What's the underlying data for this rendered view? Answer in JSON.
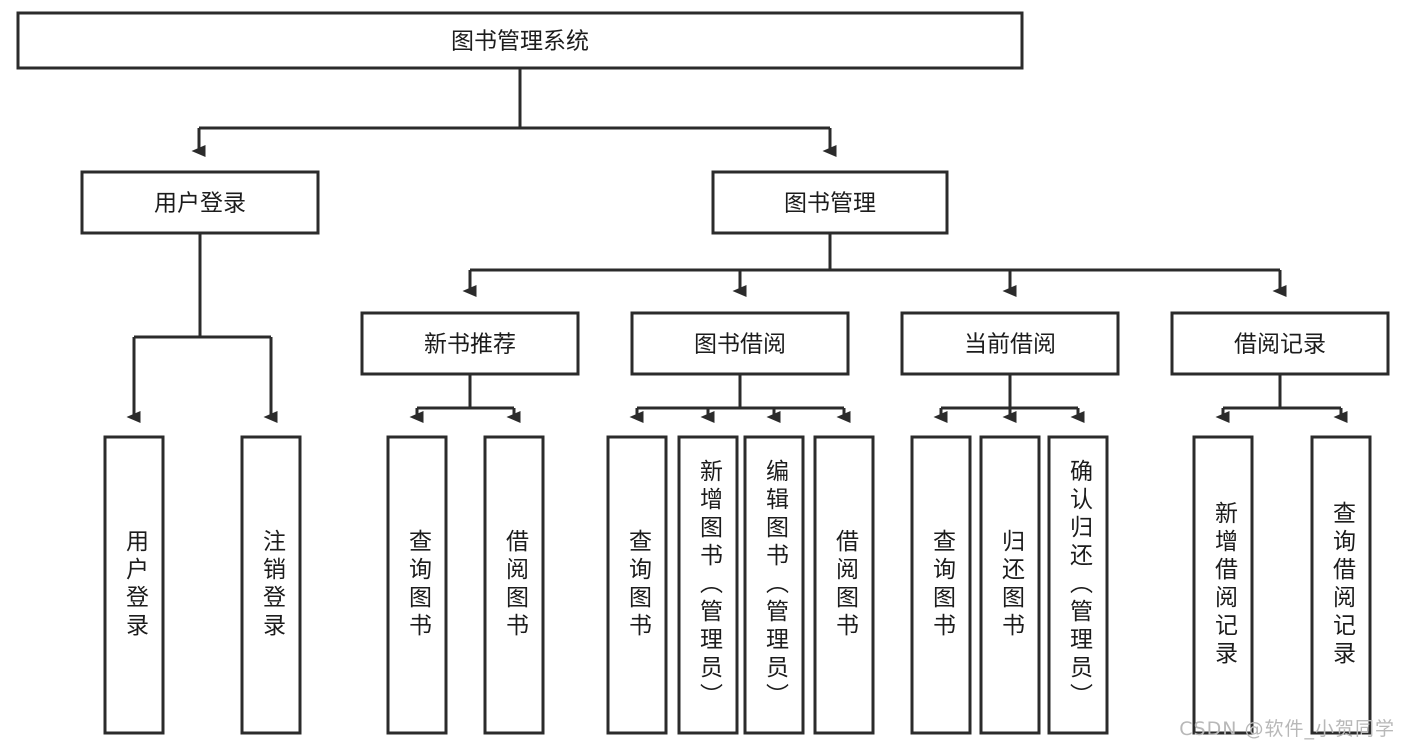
{
  "diagram": {
    "type": "tree",
    "title": "图书管理系统",
    "watermark": "CSDN @软件_小贺同学",
    "colors": {
      "stroke": "#2b2b2b",
      "fill": "#ffffff",
      "text": "#1c1c1c",
      "watermark": "#b8b8b8"
    },
    "root": {
      "label": "图书管理系统"
    },
    "level2": {
      "user_login": {
        "label": "用户登录"
      },
      "book_manage": {
        "label": "图书管理"
      }
    },
    "level3": {
      "new_book_rec": {
        "label": "新书推荐"
      },
      "book_borrow": {
        "label": "图书借阅"
      },
      "current_borrow": {
        "label": "当前借阅"
      },
      "borrow_record": {
        "label": "借阅记录"
      }
    },
    "leaves": {
      "user_login": [
        {
          "label": "用户登录"
        },
        {
          "label": "注销登录"
        }
      ],
      "new_book_rec": [
        {
          "label": "查询图书"
        },
        {
          "label": "借阅图书"
        }
      ],
      "book_borrow": [
        {
          "label": "查询图书"
        },
        {
          "label": "新增图书（管理员）"
        },
        {
          "label": "编辑图书（管理员）"
        },
        {
          "label": "借阅图书"
        }
      ],
      "current_borrow": [
        {
          "label": "查询图书"
        },
        {
          "label": "归还图书"
        },
        {
          "label": "确认归还（管理员）"
        }
      ],
      "borrow_record": [
        {
          "label": "新增借阅记录"
        },
        {
          "label": "查询借阅记录"
        }
      ]
    }
  }
}
